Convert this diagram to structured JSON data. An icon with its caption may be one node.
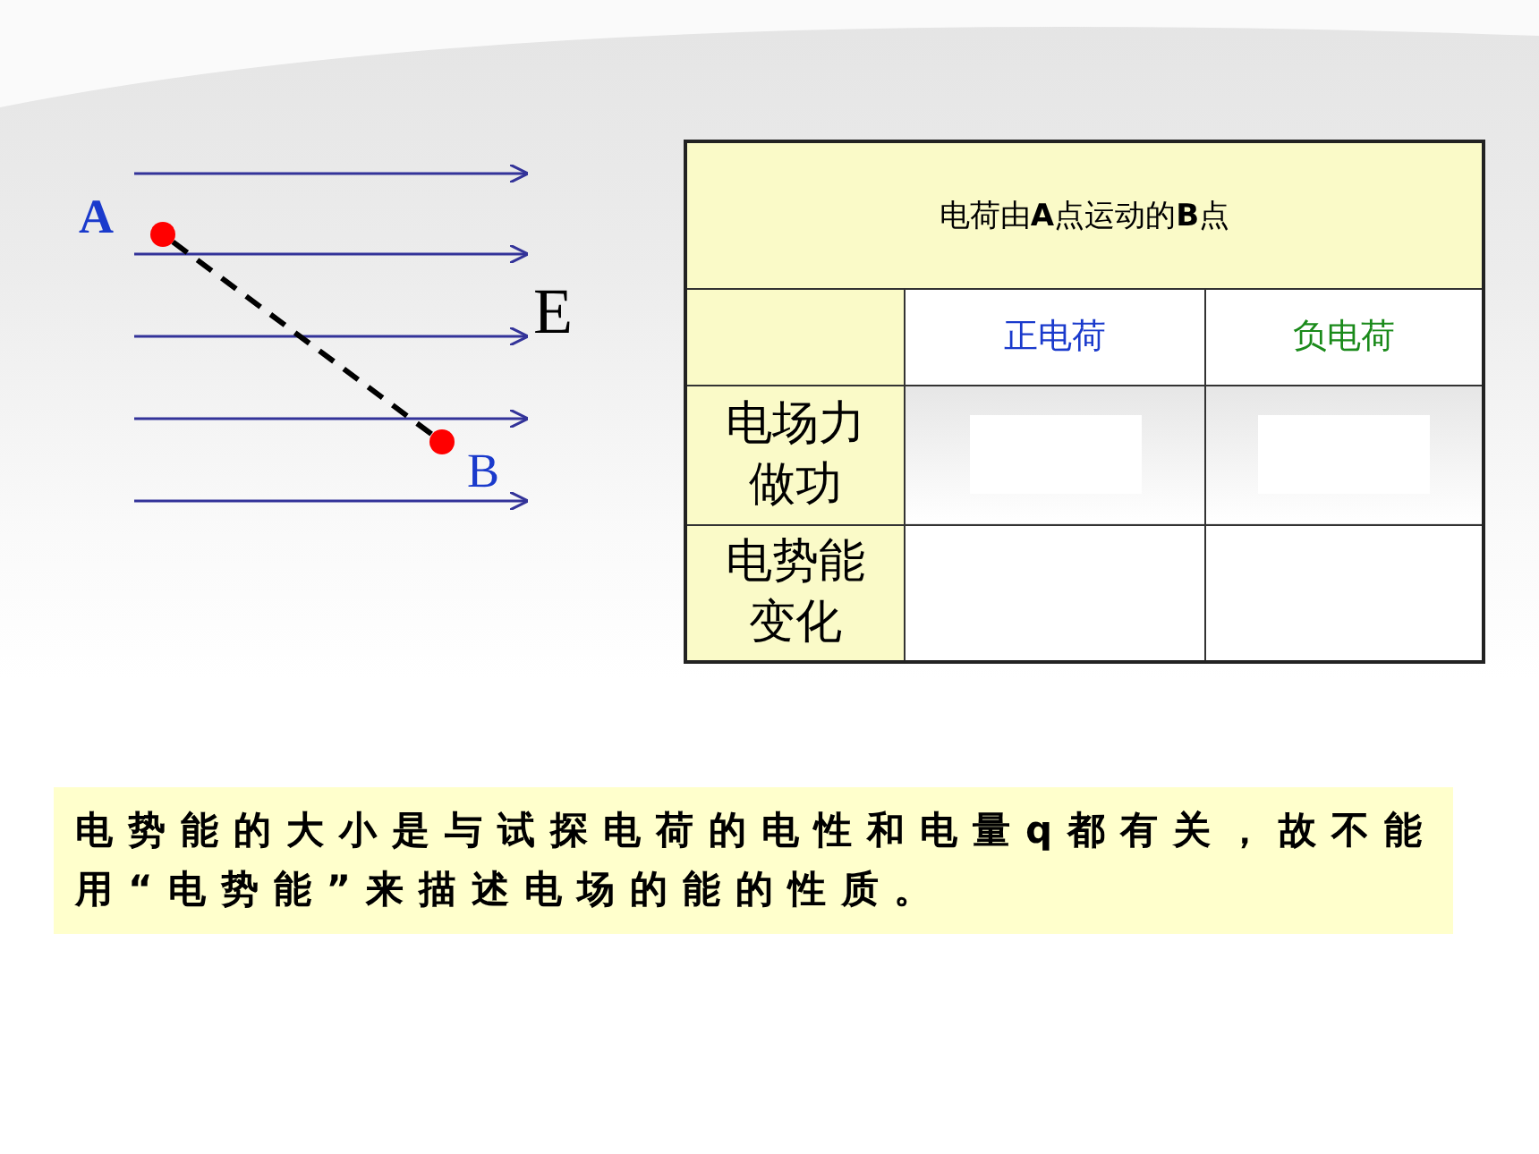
{
  "diagram": {
    "nodes": [
      {
        "text": [],
        "shape": "circle",
        "beside": [
          "A"
        ]
      },
      {
        "text": [],
        "shape": "circle",
        "beside": [
          "B"
        ]
      }
    ],
    "edges": [
      {
        "from": 0,
        "to": 1,
        "arrow": "none",
        "style": "dashed"
      }
    ],
    "labels": [
      "E",
      "电荷由**A**点运动的**B**点",
      "正电荷",
      "负电荷",
      "电场力做功",
      "电势能变化",
      "电势能的大小是与试探电荷的电性和电量q都有关，故不能用“电势能”来描述电场的能的性质。"
    ]
  }
}
